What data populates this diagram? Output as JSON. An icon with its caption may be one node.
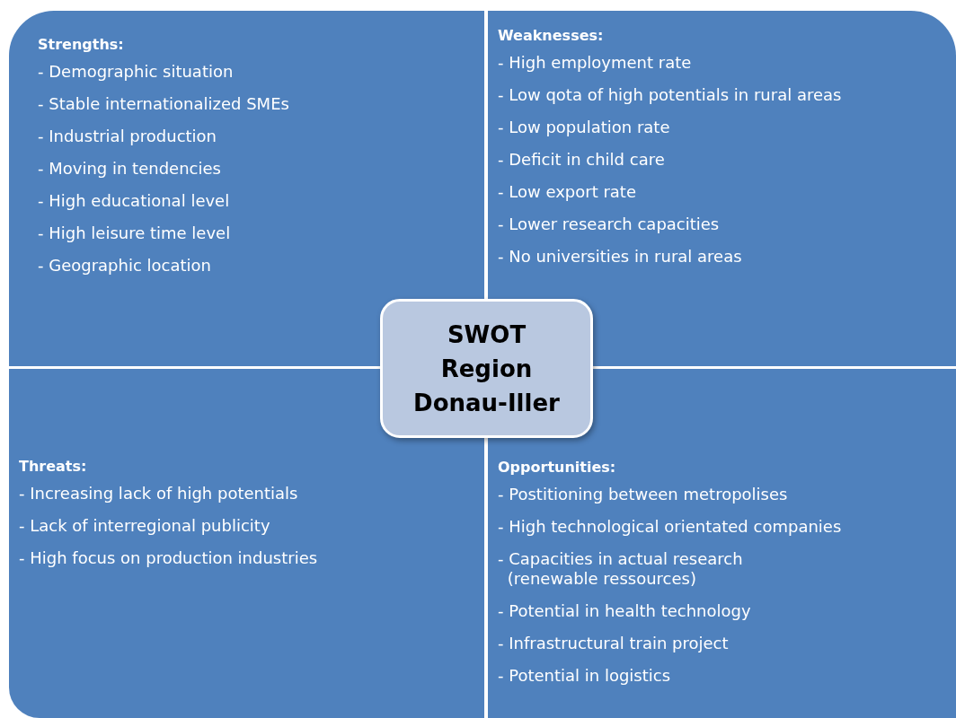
{
  "diagram": {
    "nodes": [
      {
        "text": [
          "Strengths:",
          "- Demographic situation",
          "- Stable internationalized SMEs",
          "- Industrial production",
          "- Moving in tendencies",
          "- High educational level",
          "- High leisure time level",
          "- Geographic location"
        ]
      },
      {
        "text": [
          "Weaknesses:",
          "- High employment rate",
          "- Low qota of high potentials in rural areas",
          "- Low population rate",
          "- Deficit in child care",
          "- Low export rate",
          "- Lower research capacities",
          "- No universities in rural areas"
        ]
      },
      {
        "text": [
          "SWOT Region Donau-Iller"
        ]
      },
      {
        "text": [
          "Threats:",
          "- Increasing lack of high potentials",
          "- Lack of interregional publicity",
          "- High focus on production industries"
        ]
      },
      {
        "text": [
          "Opportunities:",
          "- Postitioning between metropolises",
          "- High technological orientated companies",
          "- Capacities in actual research (renewable ressources)",
          "- Potential in health technology",
          "- Infrastructural train project",
          "- Potential in logistics"
        ]
      }
    ],
    "edges": []
  }
}
